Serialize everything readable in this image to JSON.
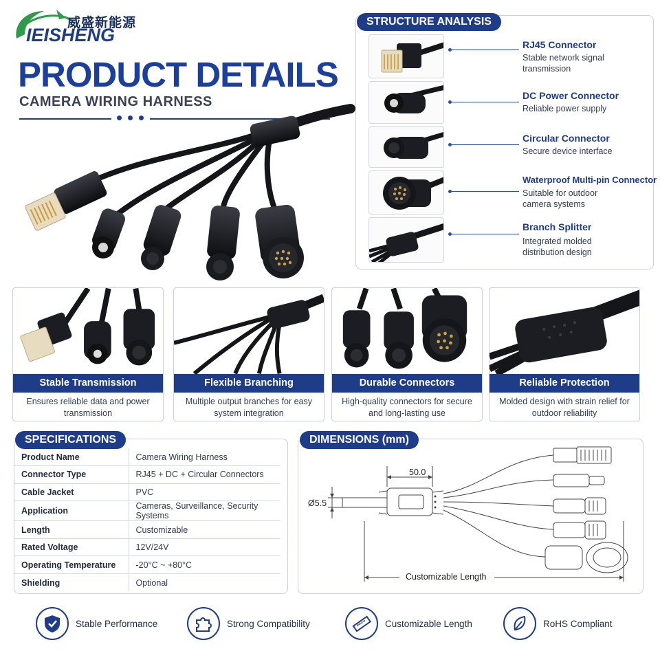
{
  "brand": {
    "name_cn": "威盛新能源",
    "name_en": "IEISHENG",
    "accent": "#1f3c88",
    "logo_green": "#2f9a4a"
  },
  "header": {
    "title": "PRODUCT DETAILS",
    "subtitle": "CAMERA WIRING HARNESS"
  },
  "structure": {
    "title": "STRUCTURE ANALYSIS",
    "items": [
      {
        "name": "RJ45 Connector",
        "desc": "Stable network signal transmission",
        "icon": "rj45-connector"
      },
      {
        "name": "DC Power Connector",
        "desc": "Reliable power supply",
        "icon": "dc-power-connector"
      },
      {
        "name": "Circular Connector",
        "desc": "Secure device interface",
        "icon": "circular-connector"
      },
      {
        "name": "Waterproof Multi-pin Connector",
        "desc": "Suitable for outdoor camera systems",
        "icon": "multipin-connector"
      },
      {
        "name": "Branch Splitter",
        "desc": "Integrated molded distribution design",
        "icon": "branch-splitter"
      }
    ]
  },
  "features": [
    {
      "title": "Stable Transmission",
      "desc": "Ensures reliable data and power transmission"
    },
    {
      "title": "Flexible Branching",
      "desc": "Multiple output branches for easy system integration"
    },
    {
      "title": "Durable Connectors",
      "desc": "High-quality connectors for secure and long-lasting use"
    },
    {
      "title": "Reliable Protection",
      "desc": "Molded design with strain relief for outdoor reliability"
    }
  ],
  "specifications": {
    "title": "SPECIFICATIONS",
    "rows": [
      {
        "key": "Product Name",
        "value": "Camera Wiring Harness"
      },
      {
        "key": "Connector Type",
        "value": "RJ45 + DC + Circular Connectors"
      },
      {
        "key": "Cable Jacket",
        "value": "PVC"
      },
      {
        "key": "Application",
        "value": "Cameras, Surveillance, Security Systems"
      },
      {
        "key": "Length",
        "value": "Customizable"
      },
      {
        "key": "Rated Voltage",
        "value": "12V/24V"
      },
      {
        "key": "Operating Temperature",
        "value": "-20°C ~ +80°C"
      },
      {
        "key": "Shielding",
        "value": "Optional"
      }
    ]
  },
  "dimensions": {
    "title": "DIMENSIONS (mm)",
    "splitter_length": "50.0",
    "diameter": "Ø5.5",
    "length_label": "Customizable Length"
  },
  "badges": [
    {
      "label": "Stable Performance",
      "icon": "shield-check-icon"
    },
    {
      "label": "Strong Compatibility",
      "icon": "puzzle-icon"
    },
    {
      "label": "Customizable Length",
      "icon": "ruler-icon"
    },
    {
      "label": "RoHS Compliant",
      "icon": "leaf-icon"
    }
  ]
}
